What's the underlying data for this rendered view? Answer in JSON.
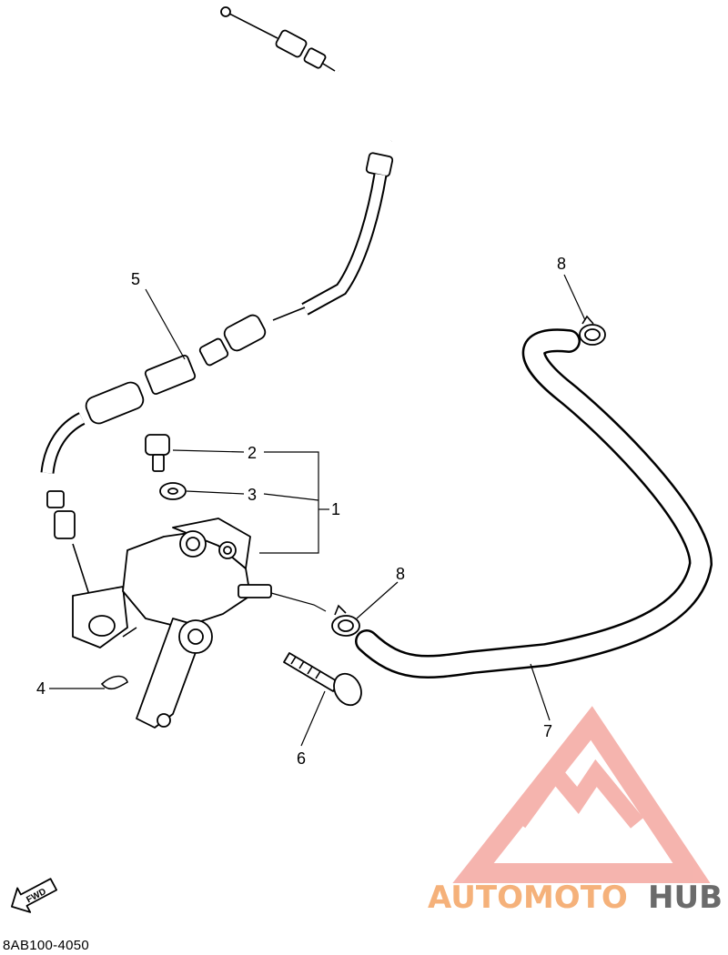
{
  "diagram": {
    "callouts": {
      "c1": "1",
      "c2": "2",
      "c3": "3",
      "c4": "4",
      "c5": "5",
      "c6": "6",
      "c7": "7",
      "c8a": "8",
      "c8b": "8"
    },
    "fwd_label": "FWD",
    "part_code": "8AB100-4050"
  },
  "watermark": {
    "text_part1": "AUTOMOTO",
    "text_part2": "HUB",
    "colors": {
      "accent": "#f4a7a0",
      "orange": "#f5b17a",
      "gray": "#6b6b6b"
    }
  }
}
